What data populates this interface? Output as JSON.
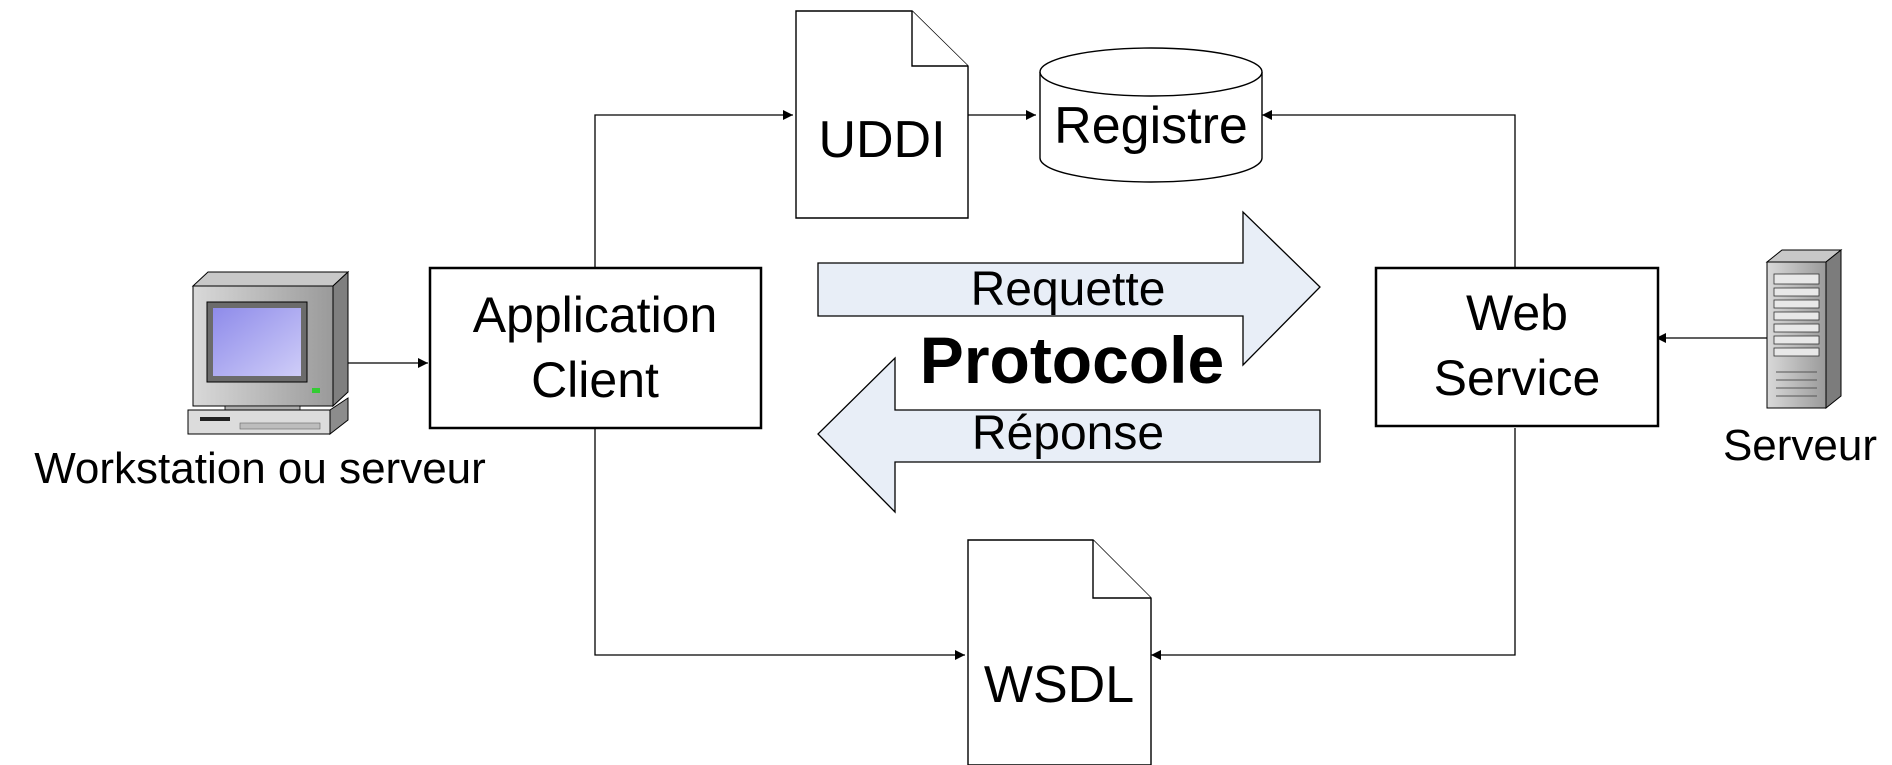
{
  "nodes": {
    "uddi": "UDDI",
    "registre": "Registre",
    "application_client_line1": "Application",
    "application_client_line2": "Client",
    "web_service_line1": "Web",
    "web_service_line2": "Service",
    "wsdl": "WSDL",
    "workstation_label": "Workstation ou serveur",
    "serveur_label": "Serveur"
  },
  "exchange": {
    "request": "Requette",
    "protocol": "Protocole",
    "response": "Réponse"
  },
  "colors": {
    "arrow_fill": "#e8eef7",
    "screen_fill": "#a9a6ef",
    "line": "#000000"
  },
  "icons": {
    "client": "workstation-computer-icon",
    "server": "tower-server-icon"
  }
}
